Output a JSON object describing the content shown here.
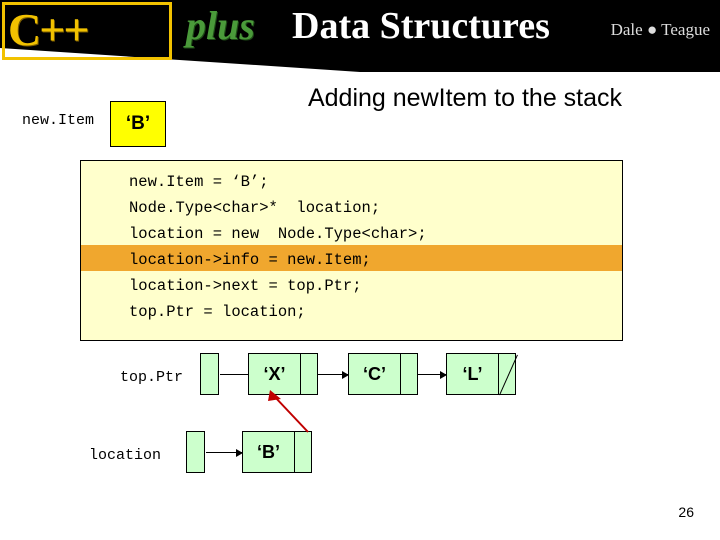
{
  "banner": {
    "logo_text": "C++",
    "logo_plus": "plus",
    "title": "Data Structures",
    "authors": "Dale ● Teague"
  },
  "slide": {
    "title": "Adding newItem to the stack",
    "number": "26"
  },
  "newitem": {
    "label": "new.Item",
    "value": "‘B’"
  },
  "code": {
    "lines": [
      "new.Item = ‘B’;",
      "Node.Type<char>*  location;",
      "location = new  Node.Type<char>;",
      "location->info = new.Item;",
      "location->next = top.Ptr;",
      "top.Ptr = location;"
    ],
    "highlighted_index": 3
  },
  "diagram": {
    "topptr_label": "top.Ptr",
    "location_label": "location",
    "list_nodes": [
      {
        "value": "‘X’"
      },
      {
        "value": "‘C’"
      },
      {
        "value": "‘L’"
      }
    ],
    "new_node": {
      "value": "‘B’"
    }
  }
}
